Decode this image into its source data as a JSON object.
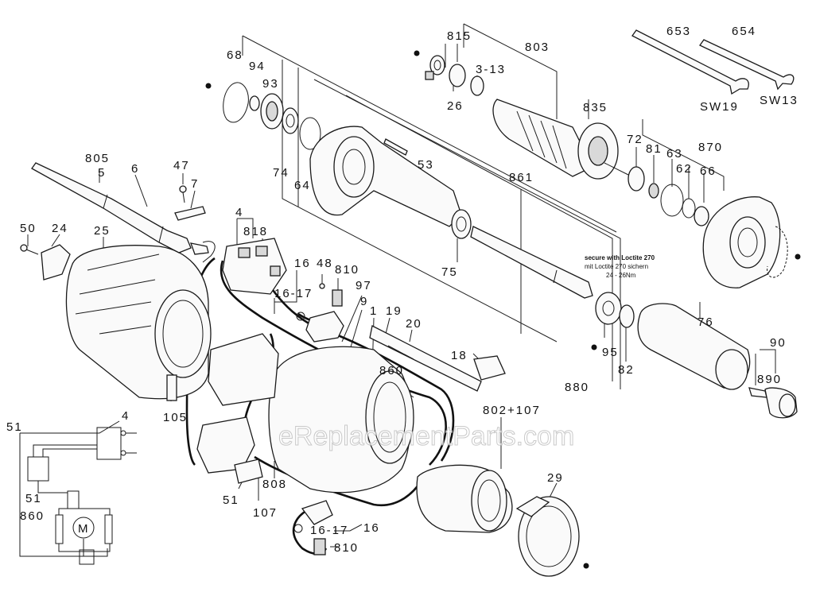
{
  "watermark": "eReplacementParts.com",
  "note": {
    "line1": "secure with Loctite 270",
    "line2": "mit Loctite 270 sichern",
    "line3": "24 - 26Nm"
  },
  "circuit_label": "M",
  "labels": [
    {
      "id": "653",
      "text": "653"
    },
    {
      "id": "654",
      "text": "654"
    },
    {
      "id": "SW19",
      "text": "SW19"
    },
    {
      "id": "SW13",
      "text": "SW13"
    },
    {
      "id": "815",
      "text": "815"
    },
    {
      "id": "803",
      "text": "803"
    },
    {
      "id": "3-13",
      "text": "3-13"
    },
    {
      "id": "26",
      "text": "26"
    },
    {
      "id": "835",
      "text": "835"
    },
    {
      "id": "68",
      "text": "68"
    },
    {
      "id": "94",
      "text": "94"
    },
    {
      "id": "93",
      "text": "93"
    },
    {
      "id": "74",
      "text": "74"
    },
    {
      "id": "64",
      "text": "64"
    },
    {
      "id": "53",
      "text": "53"
    },
    {
      "id": "72",
      "text": "72"
    },
    {
      "id": "81",
      "text": "81"
    },
    {
      "id": "63",
      "text": "63"
    },
    {
      "id": "870",
      "text": "870"
    },
    {
      "id": "62",
      "text": "62"
    },
    {
      "id": "66",
      "text": "66"
    },
    {
      "id": "861",
      "text": "861"
    },
    {
      "id": "805",
      "text": "805"
    },
    {
      "id": "5",
      "text": "5"
    },
    {
      "id": "6",
      "text": "6"
    },
    {
      "id": "47",
      "text": "47"
    },
    {
      "id": "7",
      "text": "7"
    },
    {
      "id": "4a",
      "text": "4"
    },
    {
      "id": "818",
      "text": "818"
    },
    {
      "id": "50",
      "text": "50"
    },
    {
      "id": "24",
      "text": "24"
    },
    {
      "id": "25",
      "text": "25"
    },
    {
      "id": "16a",
      "text": "16"
    },
    {
      "id": "48",
      "text": "48"
    },
    {
      "id": "810a",
      "text": "810"
    },
    {
      "id": "16-17a",
      "text": "16-17"
    },
    {
      "id": "97",
      "text": "97"
    },
    {
      "id": "9",
      "text": "9"
    },
    {
      "id": "75",
      "text": "75"
    },
    {
      "id": "1",
      "text": "1"
    },
    {
      "id": "19",
      "text": "19"
    },
    {
      "id": "20",
      "text": "20"
    },
    {
      "id": "18",
      "text": "18"
    },
    {
      "id": "860a",
      "text": "860"
    },
    {
      "id": "76",
      "text": "76"
    },
    {
      "id": "95",
      "text": "95"
    },
    {
      "id": "82",
      "text": "82"
    },
    {
      "id": "880",
      "text": "880"
    },
    {
      "id": "90",
      "text": "90"
    },
    {
      "id": "890",
      "text": "890"
    },
    {
      "id": "105",
      "text": "105"
    },
    {
      "id": "51a",
      "text": "51"
    },
    {
      "id": "4b",
      "text": "4"
    },
    {
      "id": "802+107",
      "text": "802+107"
    },
    {
      "id": "29",
      "text": "29"
    },
    {
      "id": "51b",
      "text": "51"
    },
    {
      "id": "860b",
      "text": "860"
    },
    {
      "id": "51c",
      "text": "51"
    },
    {
      "id": "107",
      "text": "107"
    },
    {
      "id": "808",
      "text": "808"
    },
    {
      "id": "16-17b",
      "text": "16-17"
    },
    {
      "id": "16b",
      "text": "16"
    },
    {
      "id": "810b",
      "text": "810"
    }
  ]
}
